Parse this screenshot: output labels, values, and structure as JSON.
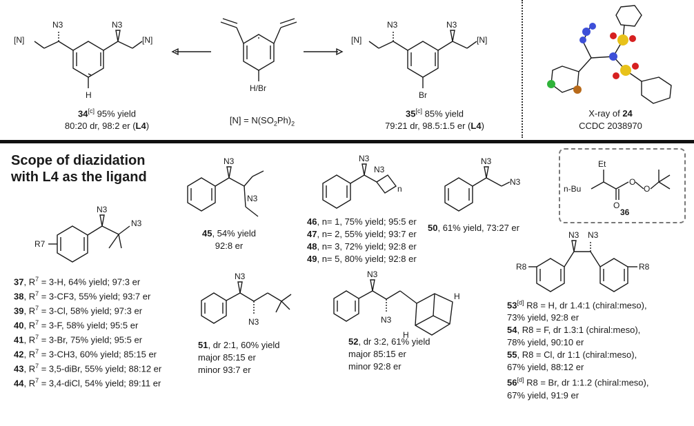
{
  "top": {
    "cmpd34": {
      "num": "34",
      "sup": "[c]",
      "line1": " 95% yield",
      "line2": "80:20 dr, 98:2 er (",
      "ligand": "L4",
      "close": ")"
    },
    "center": {
      "label": "H/Br",
      "def_prefix": "[N] = N(SO",
      "def_sub": "2",
      "def_mid": "Ph)",
      "def_sub2": "2"
    },
    "cmpd35": {
      "num": "35",
      "sup": "[c]",
      "line1": " 85% yield",
      "line2": "79:21 dr, 98.5:1.5 er (",
      "ligand": "L4",
      "close": ")"
    },
    "xray": {
      "line1_prefix": "X-ray of ",
      "line1_num": "24",
      "line2": "CCDC 2038970"
    }
  },
  "scope_title": {
    "line1": "Scope of diazidation",
    "line2": "with L4 as the ligand"
  },
  "compounds": {
    "c45": {
      "num": "45",
      "text": ", 54% yield",
      "line2": "92:8 er"
    },
    "c46": {
      "num": "46",
      "text": ", n= 1, 75% yield; 95:5 er"
    },
    "c47": {
      "num": "47",
      "text": ", n= 2, 55% yield; 93:7 er"
    },
    "c48": {
      "num": "48",
      "text": ", n= 3, 72% yield; 92:8 er"
    },
    "c49": {
      "num": "49",
      "text": ", n= 5, 80% yield; 92:8 er"
    },
    "c50": {
      "num": "50",
      "text": ", 61% yield, 73:27 er"
    },
    "c36": {
      "num": "36",
      "nbu": "n-Bu",
      "et": "Et",
      "o": "O"
    },
    "c51": {
      "num": "51",
      "text": ", dr 2:1, 60% yield",
      "line2": "major 85:15 er",
      "line3": "minor 93:7 er"
    },
    "c52": {
      "num": "52",
      "text": ", dr 3:2, 61% yield",
      "line2": "major 85:15 er",
      "line3": "minor 92:8 er"
    }
  },
  "r7_list": [
    {
      "num": "37",
      "pre": ", R",
      "sup": "7",
      "post": " = 3-H, 64% yield; 97:3 er"
    },
    {
      "num": "38",
      "pre": ", R",
      "sup": "7",
      "post": " = 3-CF3, 55% yield; 93:7 er"
    },
    {
      "num": "39",
      "pre": ", R",
      "sup": "7",
      "post": " = 3-Cl, 58% yield; 97:3 er"
    },
    {
      "num": "40",
      "pre": ", R",
      "sup": "7",
      "post": " = 3-F, 58% yield; 95:5 er"
    },
    {
      "num": "41",
      "pre": ", R",
      "sup": "7",
      "post": " = 3-Br, 75% yield; 95:5 er"
    },
    {
      "num": "42",
      "pre": ", R",
      "sup": "7",
      "post": " = 3-CH3, 60% yield; 85:15 er"
    },
    {
      "num": "43",
      "pre": ", R",
      "sup": "7",
      "post": " = 3,5-diBr, 55% yield; 88:12 er"
    },
    {
      "num": "44",
      "pre": ", R",
      "sup": "7",
      "post": " = 3,4-diCl, 54% yield; 89:11 er"
    }
  ],
  "r8_list": [
    {
      "num": "53",
      "sup": "[d]",
      "main": " R8 = H, dr 1.4:1 (chiral:meso),",
      "line2": "73% yield, 92:8 er"
    },
    {
      "num": "54",
      "sup": "",
      "main": ", R8 = F, dr 1.3:1 (chiral:meso),",
      "line2": "78% yield, 90:10 er"
    },
    {
      "num": "55",
      "sup": "",
      "main": ", R8 = Cl, dr 1:1 (chiral:meso),",
      "line2": "67% yield, 88:12 er"
    },
    {
      "num": "56",
      "sup": "[d]",
      "main": " R8 = Br, dr 1:1.2 (chiral:meso),",
      "line2": "67% yield, 91:9 er"
    }
  ],
  "labels": {
    "n3": "N3",
    "n_group": "[N]",
    "h": "H",
    "br": "Br",
    "r7": "R7",
    "r8": "R8",
    "n": "n"
  }
}
